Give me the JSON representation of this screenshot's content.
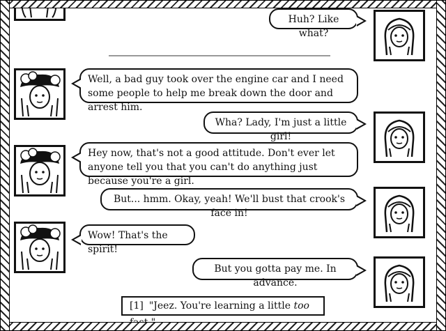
{
  "dialogue": [
    {
      "speaker": "girl",
      "side": "right",
      "text": "Huh? Like what?"
    },
    {
      "speaker": "lady",
      "side": "left",
      "text": "Well, a bad guy took over the engine car and I need some people to help me break down the door and arrest him."
    },
    {
      "speaker": "girl",
      "side": "right",
      "text": "Wha? Lady, I'm just a little girl!"
    },
    {
      "speaker": "lady",
      "side": "left",
      "text": "Hey now, that's not a good attitude. Don't ever let anyone tell you that you can't do anything just because you're a girl."
    },
    {
      "speaker": "girl",
      "side": "right",
      "text": "But... hmm. Okay, yeah! We'll bust that crook's face in!"
    },
    {
      "speaker": "lady",
      "side": "left",
      "text": "Wow! That's the spirit!"
    },
    {
      "speaker": "girl",
      "side": "right",
      "text": "But you gotta pay me. In advance."
    }
  ],
  "choices": [
    {
      "number": "[1]",
      "text_before": "\"Jeez. You're learning a little ",
      "text_emph": "too",
      "text_after": " fast.\""
    }
  ]
}
